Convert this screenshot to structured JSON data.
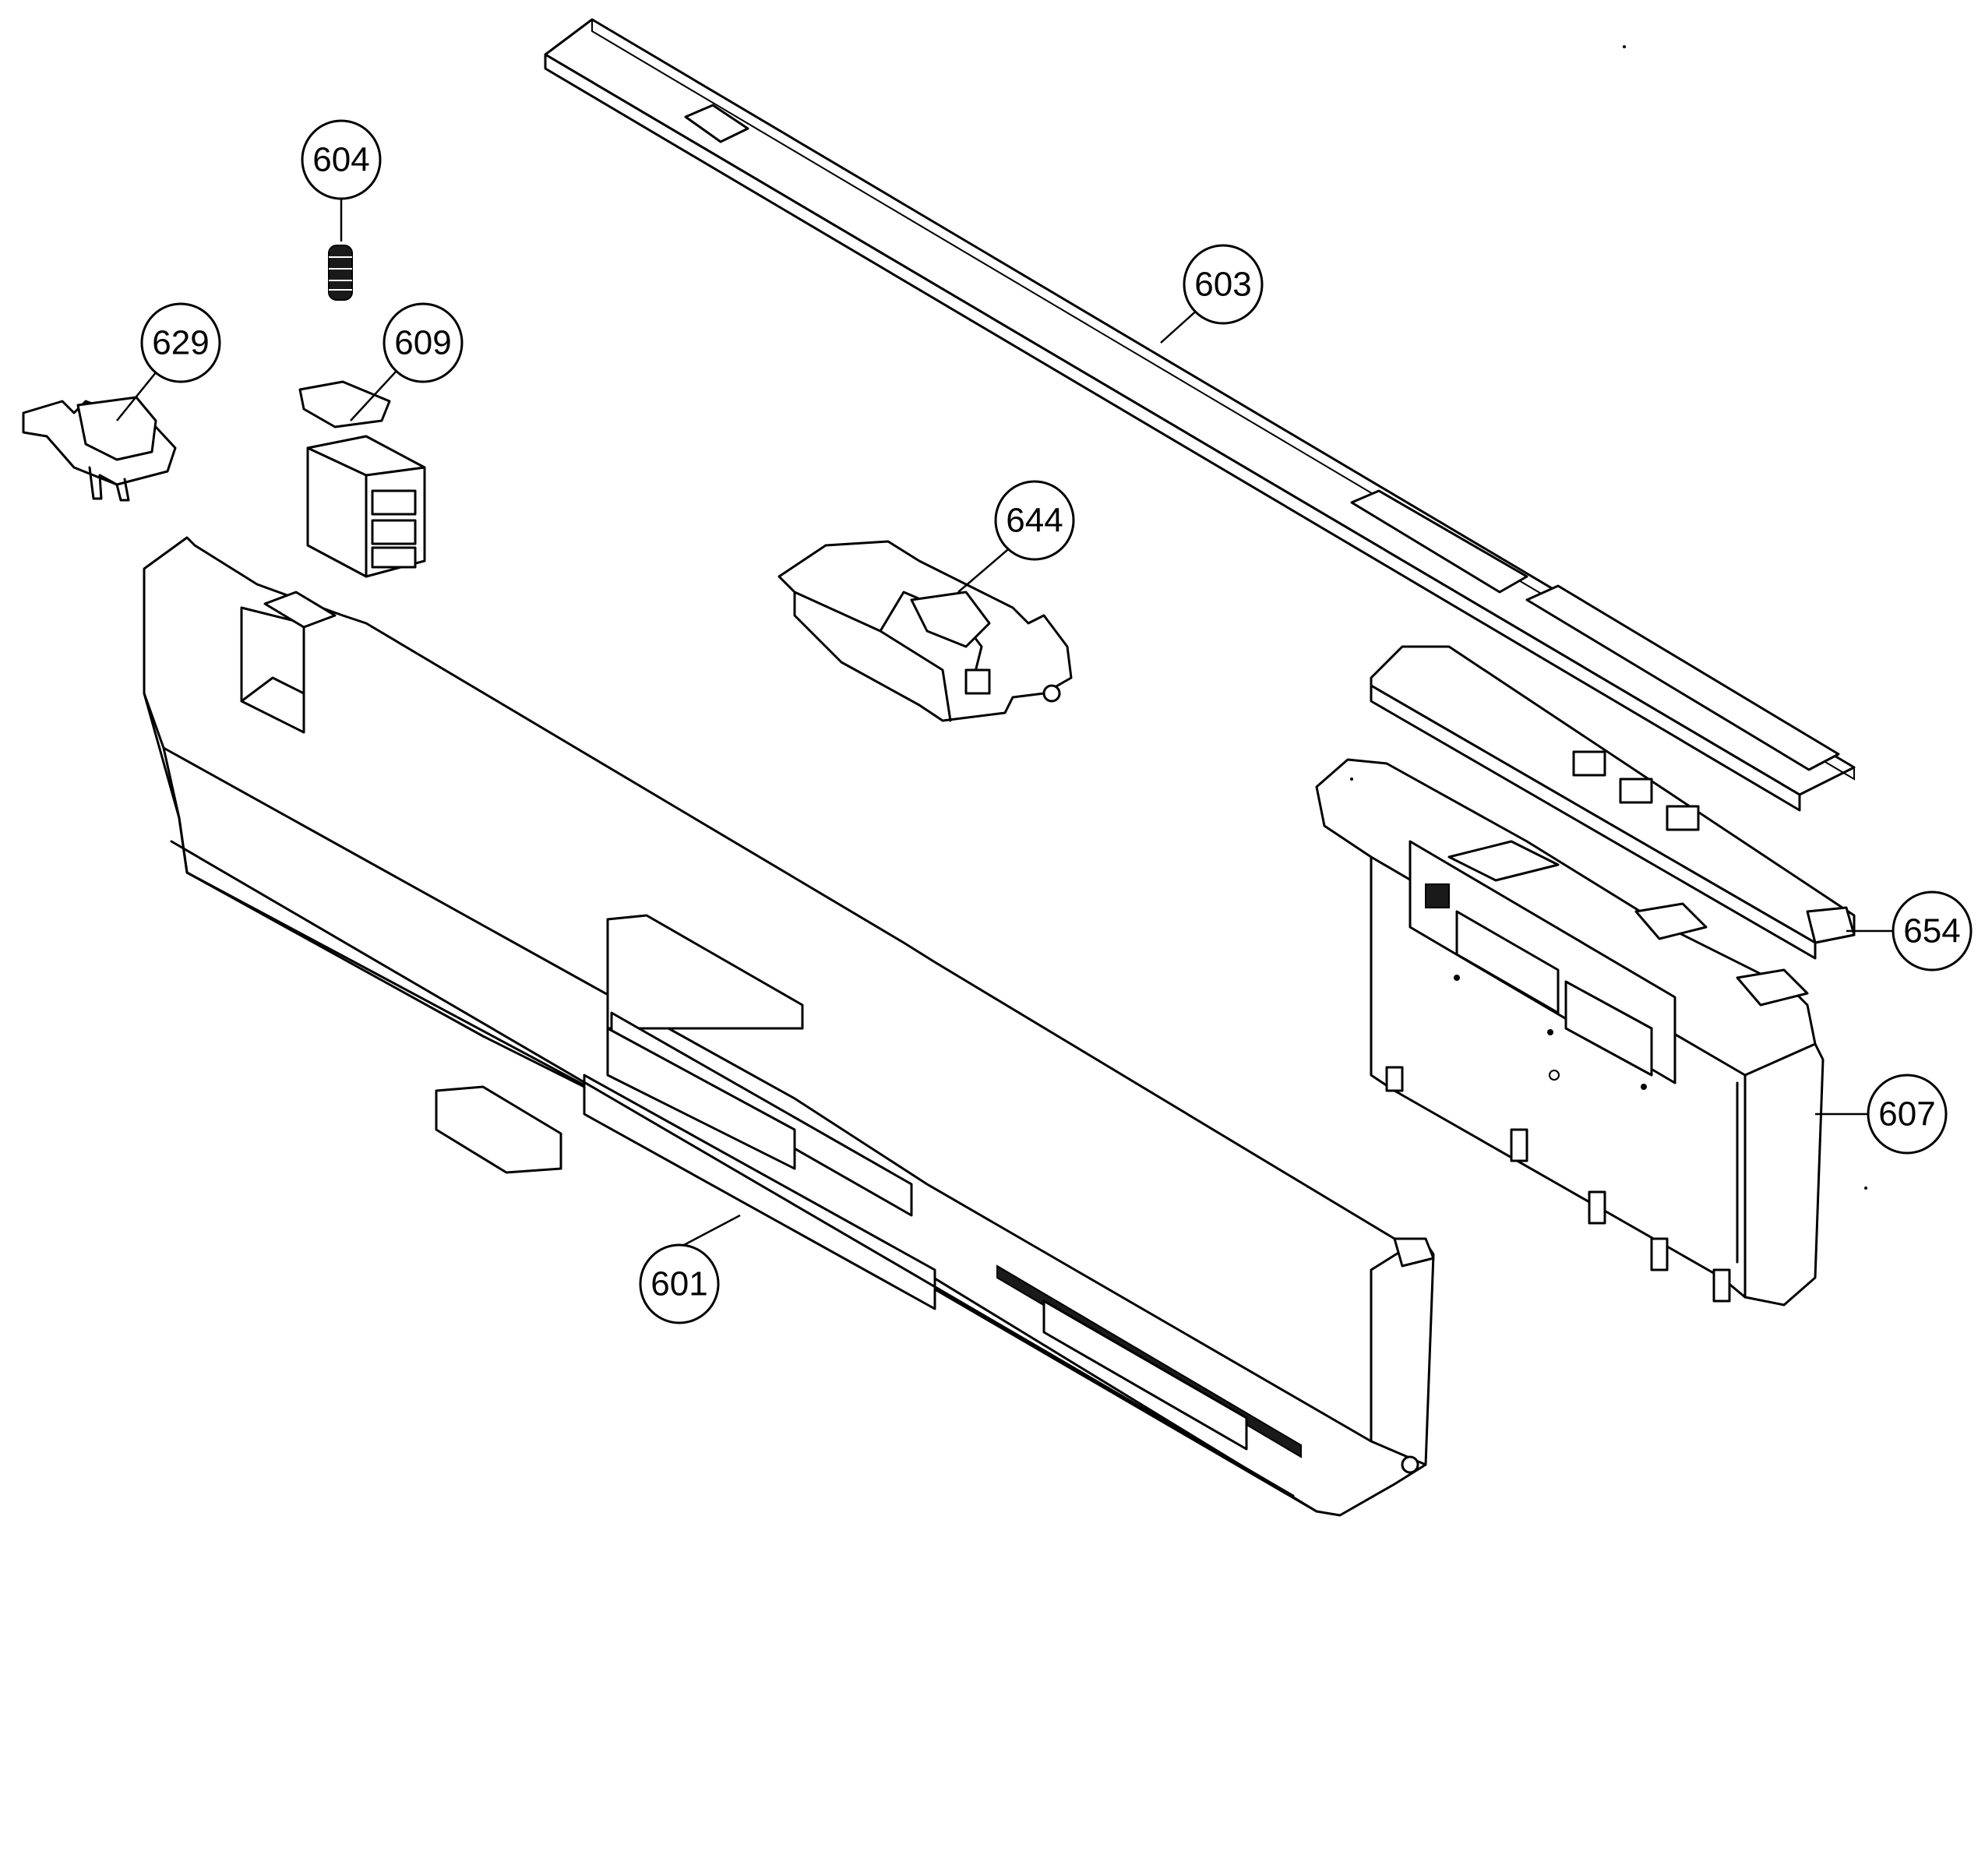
{
  "diagram": {
    "callouts": [
      {
        "id": "c601",
        "label": "601"
      },
      {
        "id": "c603",
        "label": "603"
      },
      {
        "id": "c604",
        "label": "604"
      },
      {
        "id": "c607",
        "label": "607"
      },
      {
        "id": "c609",
        "label": "609"
      },
      {
        "id": "c629",
        "label": "629"
      },
      {
        "id": "c644",
        "label": "644"
      },
      {
        "id": "c654",
        "label": "654"
      }
    ]
  }
}
